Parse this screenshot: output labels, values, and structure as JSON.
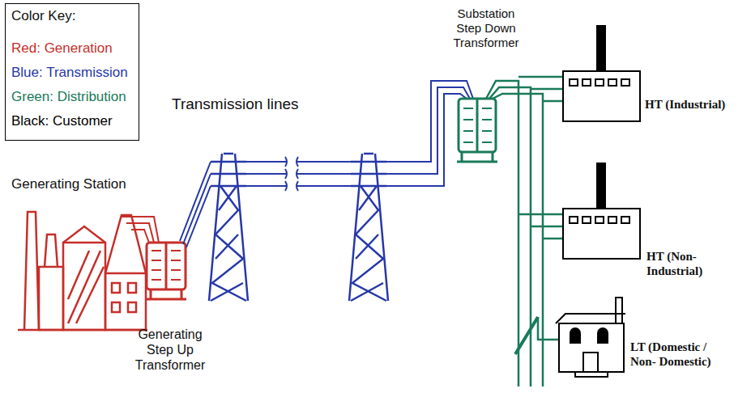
{
  "diagram": {
    "labels": [
      "Color Key:",
      "Substation Step Down Transformer",
      "Transmission lines",
      "HT (Industrial)",
      "Generating Station",
      "HT (Non-Industrial)",
      "Generating Step Up Transformer",
      "LT (Domestic / Non- Domestic)"
    ],
    "legend": [
      {
        "text": "Red: Generation",
        "color": "#c62f2a"
      },
      {
        "text": "Blue: Transmission",
        "color": "#2638a8"
      },
      {
        "text": "Green: Distribution",
        "color": "#1a7a5a"
      },
      {
        "text": "Black: Customer",
        "color": "#000000"
      }
    ]
  }
}
